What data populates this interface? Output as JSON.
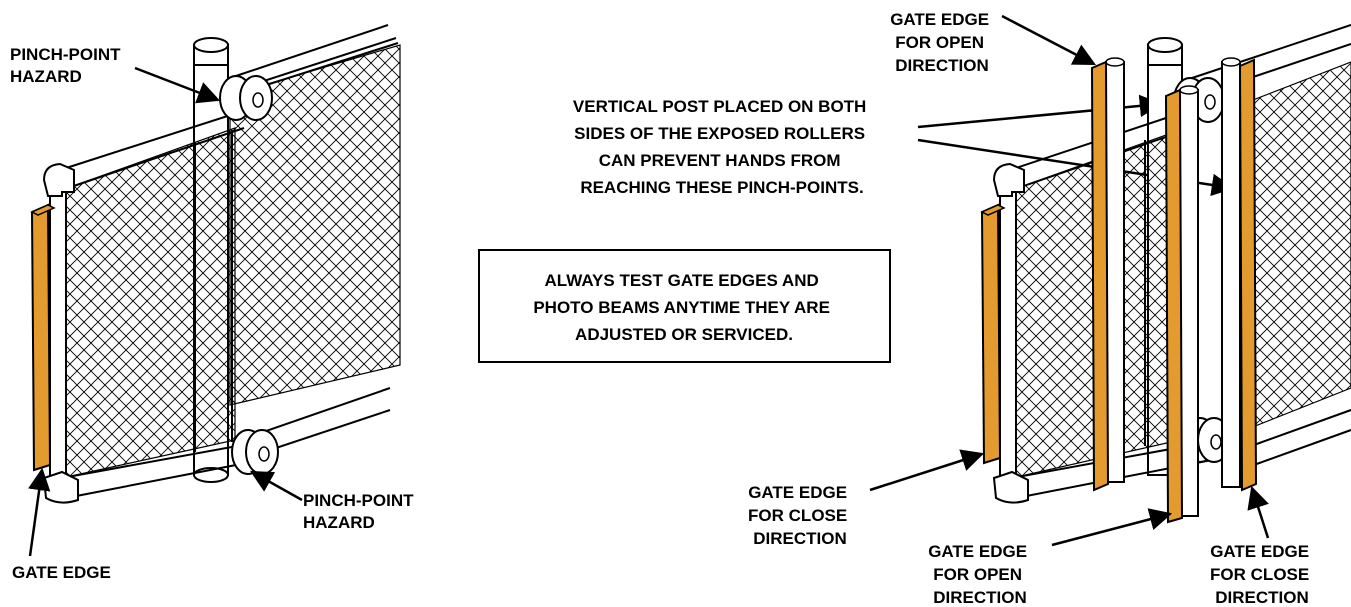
{
  "left_illustration": {
    "pinch_point_top": [
      "PINCH-POINT",
      "HAZARD"
    ],
    "pinch_point_bottom": [
      "PINCH-POINT",
      "HAZARD"
    ],
    "gate_edge": [
      "GATE EDGE"
    ]
  },
  "center": {
    "vertical_post_note": [
      "VERTICAL POST PLACED ON BOTH",
      "SIDES OF THE EXPOSED ROLLERS",
      "CAN PREVENT HANDS FROM",
      "REACHING THESE PINCH-POINTS."
    ],
    "notice": [
      "ALWAYS TEST GATE EDGES AND",
      "PHOTO BEAMS ANYTIME THEY ARE",
      "ADJUSTED OR SERVICED."
    ]
  },
  "right_illustration": {
    "gate_edge_open_top": [
      "GATE EDGE",
      "FOR OPEN",
      "DIRECTION"
    ],
    "gate_edge_close_left": [
      "GATE EDGE",
      "FOR CLOSE",
      "DIRECTION"
    ],
    "gate_edge_open_bottom": [
      "GATE EDGE",
      "FOR OPEN",
      "DIRECTION"
    ],
    "gate_edge_close_right": [
      "GATE EDGE",
      "FOR CLOSE",
      "DIRECTION"
    ]
  },
  "colors": {
    "gate_edge": "#E39A2E",
    "line": "#000000",
    "background": "#ffffff"
  }
}
